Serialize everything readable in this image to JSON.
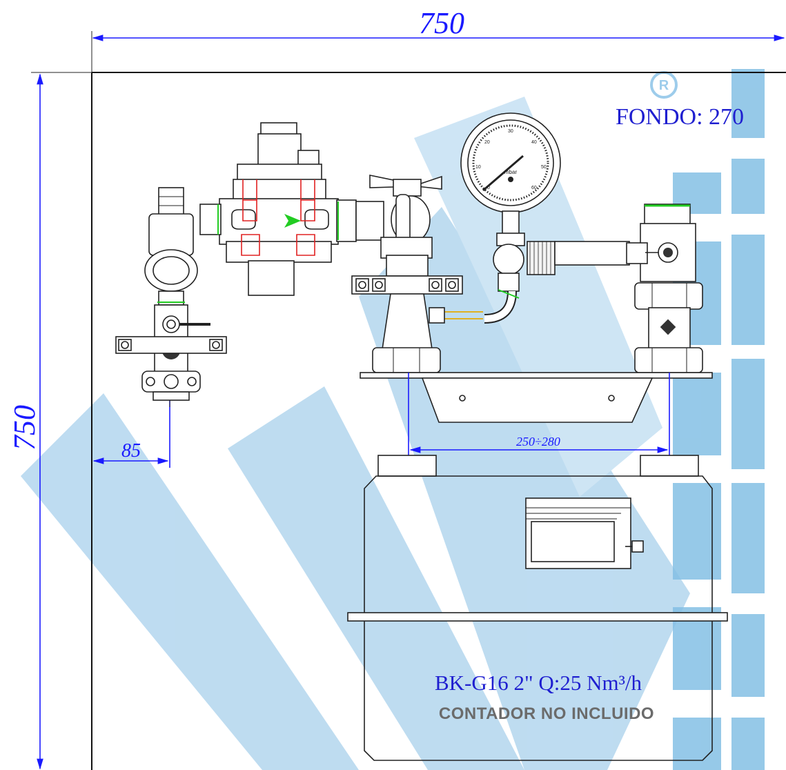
{
  "dimensions": {
    "width_label": "750",
    "height_label": "750",
    "offset_label": "85",
    "span_label": "250÷280",
    "depth_label": "FONDO: 270"
  },
  "meter": {
    "model_label": "BK-G16 2\" Q:25 Nm³/h",
    "note_label": "CONTADOR NO INCLUIDO"
  },
  "gauge": {
    "unit_label": "mbar",
    "scale_labels": [
      "0",
      "10",
      "20",
      "30",
      "40",
      "50",
      "60"
    ]
  },
  "colors": {
    "dimension": "#1a1aff",
    "outline": "#222222",
    "highlight_red": "#e02020",
    "highlight_green": "#22cc22",
    "watermark": "#5aa8d8",
    "note_grey": "#6b6b6b"
  }
}
